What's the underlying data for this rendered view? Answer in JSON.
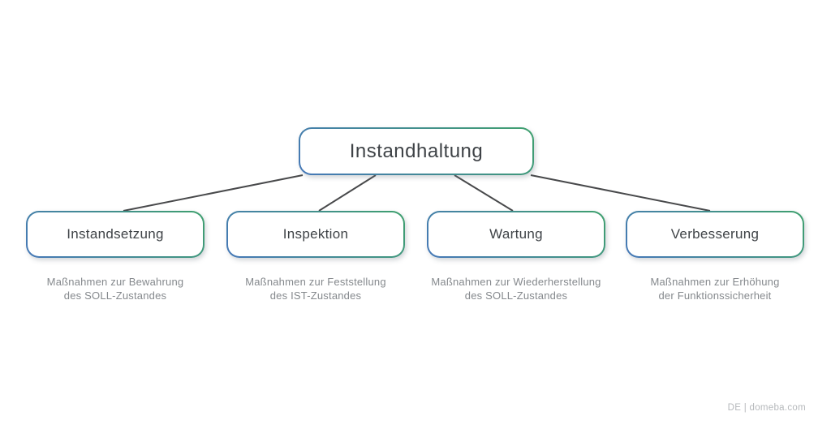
{
  "diagram": {
    "root": {
      "label": "Instandhaltung"
    },
    "children": [
      {
        "label": "Instandsetzung",
        "description_line1": "Maßnahmen zur Bewahrung",
        "description_line2": "des SOLL-Zustandes"
      },
      {
        "label": "Inspektion",
        "description_line1": "Maßnahmen zur Feststellung",
        "description_line2": "des IST-Zustandes"
      },
      {
        "label": "Wartung",
        "description_line1": "Maßnahmen zur Wiederherstellung",
        "description_line2": "des SOLL-Zustandes"
      },
      {
        "label": "Verbesserung",
        "description_line1": "Maßnahmen zur Erhöhung",
        "description_line2": "der Funktionssicherheit"
      }
    ],
    "colors": {
      "border_gradient_start": "#4678b8",
      "border_gradient_end": "#3fa06e",
      "connector": "#48494b",
      "title_text": "#3f4347",
      "description_text": "#85898d",
      "watermark_text": "#b6b9bc"
    },
    "watermark": "DE | domeba.com"
  }
}
